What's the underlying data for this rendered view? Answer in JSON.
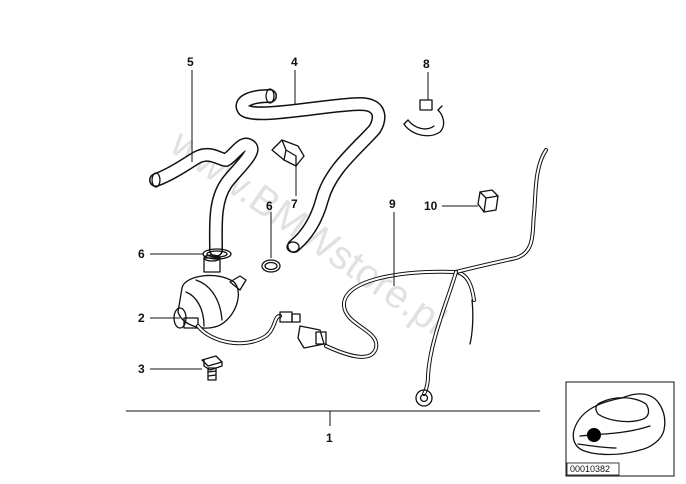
{
  "watermark": "www.BMWstore.pl",
  "callouts": {
    "c1": "1",
    "c2": "2",
    "c3": "3",
    "c4": "4",
    "c5": "5",
    "c6a": "6",
    "c6b": "6",
    "c7": "7",
    "c8": "8",
    "c9": "9",
    "c10": "10"
  },
  "thumbnail": {
    "reference_code": "00010382"
  }
}
